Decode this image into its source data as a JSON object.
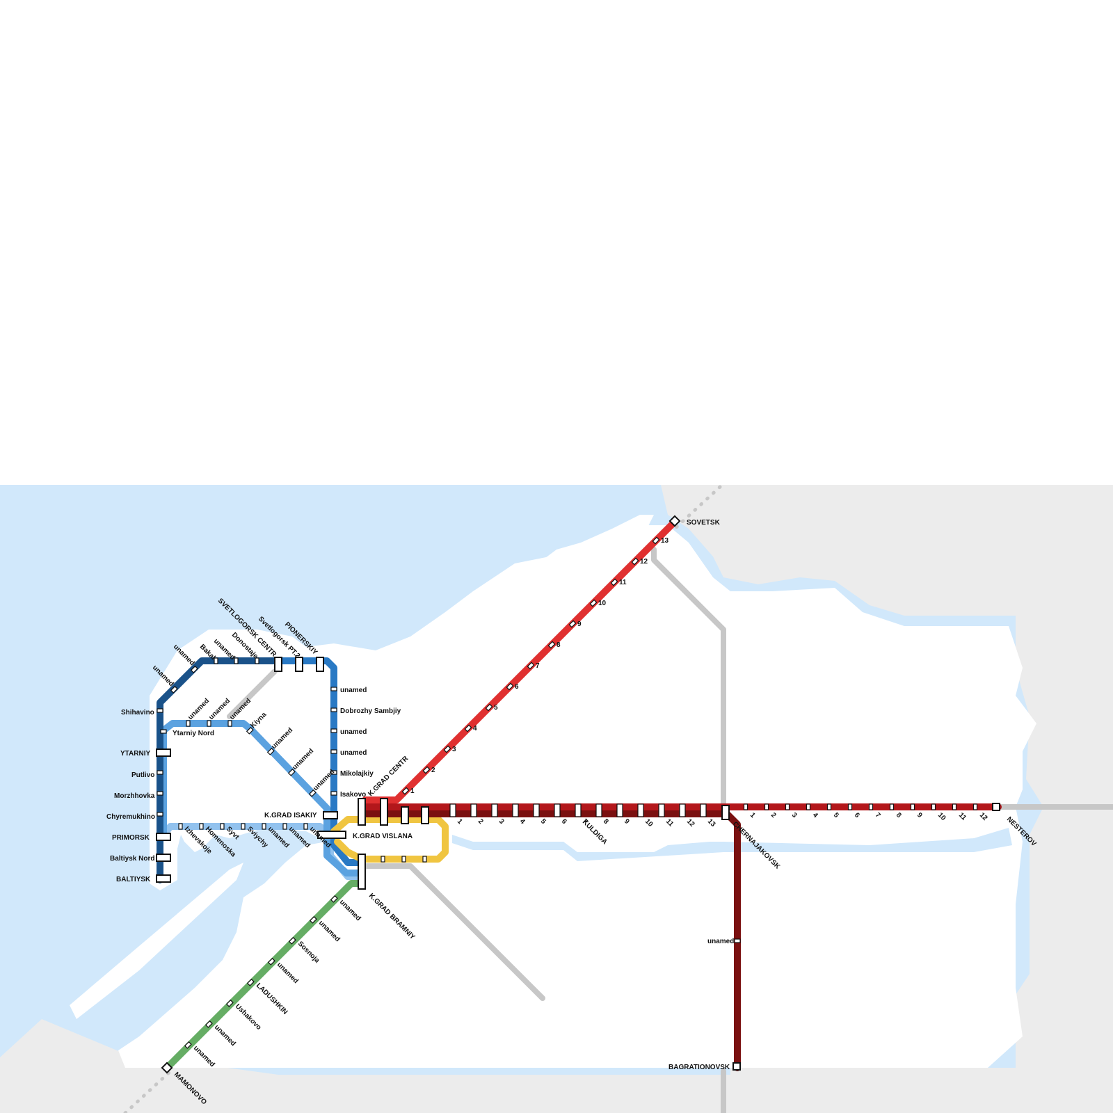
{
  "colors": {
    "water": "#d1e8fb",
    "land_neighbor": "#ececec",
    "land": "#ffffff",
    "rail": "#c7c7c7",
    "dark_blue": "#1a5289",
    "mid_blue": "#2979c4",
    "light_blue": "#5ba2e0",
    "pale_blue": "#92c2ee",
    "yellow": "#f0c541",
    "red": "#e03030",
    "dark_red": "#b3171b",
    "maroon": "#7a1010",
    "green": "#65ad64"
  },
  "labels": {
    "sovetsk": "SOVETSK",
    "nesterov": "NESTEROV",
    "bagrationovsk": "BAGRATIONOVSK",
    "chernyakhovsk": "CHERNAJAKOVSK",
    "mamonovo": "MAMONOVO",
    "baltiysk": "BALTIYSK",
    "baltiysk_nord": "Baltiysk Nord",
    "primorsk": "PRIMORSK",
    "chyremukhino": "Chyremukhino",
    "morzhhovka": "Morzhhovka",
    "putlivo": "Putlivo",
    "ytarniy": "YTARNIY",
    "shihavino": "Shihavino",
    "ytarniy_nord": "Ytarniy Nord",
    "kgrad_isakiy": "K.GRAD ISAKIY",
    "kgrad_vislana": "K.GRAD VISLANA",
    "kgrad_centr": "K.GRAD CENTR",
    "kgrad_bramniy": "K.GRAD BRAMNIY",
    "kuldiga": "KULDIGA",
    "svetlogorsk_centr": "SVETLOGORSK CENTR",
    "svetlogorsk_pt2": "Svetlogorsk PT.2",
    "pionerskiy": "PIONERSKIY",
    "donostaje": "Donostaje",
    "bakal": "Bakal",
    "unamed": "unamed",
    "dobrozhy": "Dobrozhy Sambjiy",
    "mikolajkiy": "Mikolajkiy",
    "isakovo": "Isakovo",
    "kiyna": "Kiyna",
    "izhevskoje": "Izhevskoje",
    "homenoska": "Homenoska",
    "syvt": "Syvt",
    "sviychy": "Sviychy",
    "sosnoja": "Sosnoja",
    "ladushkin": "LADUSHKIN",
    "ushakovo": "Ushakovo"
  },
  "numbered_stations": {
    "sovetsk_line": [
      "1",
      "2",
      "3",
      "4",
      "5",
      "6",
      "7",
      "8",
      "9",
      "10",
      "11",
      "12",
      "13"
    ],
    "kuldiga_line": [
      "1",
      "2",
      "3",
      "4",
      "5",
      "6",
      "7",
      "8",
      "9",
      "10",
      "11",
      "12",
      "13"
    ],
    "nesterov_line": [
      "1",
      "2",
      "3",
      "4",
      "5",
      "6",
      "7",
      "8",
      "9",
      "10",
      "11",
      "12"
    ]
  }
}
